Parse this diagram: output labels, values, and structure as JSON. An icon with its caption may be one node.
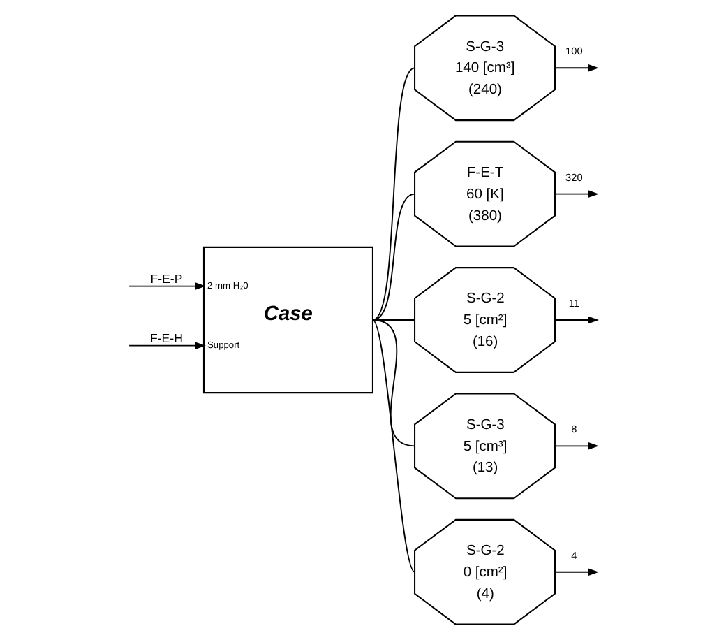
{
  "diagram": {
    "nodes": [
      {
        "text": [
          "2 mm H₂0",
          "Case",
          "Support"
        ]
      },
      {
        "text": [
          "S-G-3",
          "140 [cm³]",
          "(240)"
        ]
      },
      {
        "text": [
          "F-E-T",
          "60 [K]",
          "(380)"
        ]
      },
      {
        "text": [
          "S-G-2",
          "5 [cm²]",
          "(16)"
        ]
      },
      {
        "text": [
          "S-G-3",
          "5 [cm³]",
          "(13)"
        ]
      },
      {
        "text": [
          "S-G-2",
          "0 [cm²]",
          "(4)"
        ]
      }
    ],
    "edges": [
      {
        "from": null,
        "to": 0,
        "arrow": "to",
        "label": "F-E-P"
      },
      {
        "from": null,
        "to": 0,
        "arrow": "to",
        "label": "F-E-H"
      },
      {
        "from": 0,
        "to": 1,
        "arrow": "none"
      },
      {
        "from": 0,
        "to": 2,
        "arrow": "none"
      },
      {
        "from": 0,
        "to": 3,
        "arrow": "none"
      },
      {
        "from": 0,
        "to": 4,
        "arrow": "none"
      },
      {
        "from": 0,
        "to": 5,
        "arrow": "none"
      },
      {
        "from": 1,
        "to": null,
        "arrow": "to",
        "label": "100"
      },
      {
        "from": 2,
        "to": null,
        "arrow": "to",
        "label": "320"
      },
      {
        "from": 3,
        "to": null,
        "arrow": "to",
        "label": "11"
      },
      {
        "from": 4,
        "to": null,
        "arrow": "to",
        "label": "8"
      },
      {
        "from": 5,
        "to": null,
        "arrow": "to",
        "label": "4"
      }
    ]
  }
}
